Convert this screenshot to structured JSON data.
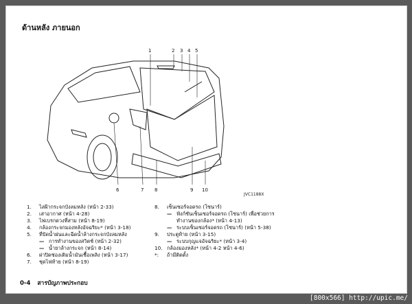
{
  "section_title": "ด้านหลัง ภายนอก",
  "diagram": {
    "callout_numbers_top": [
      "1",
      "2",
      "3",
      "4",
      "5"
    ],
    "callout_numbers_bottom": [
      "6",
      "7",
      "8",
      "9",
      "10"
    ],
    "code": "JVC1188X"
  },
  "legend": {
    "left": [
      {
        "num": "1.",
        "text": "ไล่ฝ้ากระจกบังลมหลัง (หน้า 2-33)"
      },
      {
        "num": "2.",
        "text": "เสาอากาศ (หน้า 4-28)"
      },
      {
        "num": "3.",
        "text": "ไฟเบรกดวงที่สาม (หน้า 8-19)"
      },
      {
        "num": "4.",
        "text": "กล้องกระจกมองหลังอัจฉริยะ* (หน้า 3-18)"
      },
      {
        "num": "5.",
        "text": "ที่ปัดน้ำฝนและฉีดน้ำล้างกระจกบังลมหลัง",
        "subs": [
          {
            "dash": "—",
            "text": "การทำงานของสวิตช์ (หน้า 2-32)"
          },
          {
            "dash": "—",
            "text": "น้ำยาล้างกระจก (หน้า 8-14)"
          }
        ]
      },
      {
        "num": "6.",
        "text": "ฝาปิดช่องเติมน้ำมันเชื้อเพลิง (หน้า 3-17)"
      },
      {
        "num": "7.",
        "text": "ชุดไฟท้าย (หน้า 8-19)"
      }
    ],
    "right": [
      {
        "num": "8.",
        "text": "เซ็นเซอร์จอดรถ (โซนาร์)",
        "subs": [
          {
            "dash": "—",
            "text": "ฟังก์ชันเซ็นเซอร์จอดรถ (โซนาร์) เพื่อช่วยการทำงานของกล้อง* (หน้า 4-13)"
          },
          {
            "dash": "—",
            "text": "ระบบเซ็นเซอร์จอดรถ (โซนาร์) (หน้า 5-38)"
          }
        ]
      },
      {
        "num": "9.",
        "text": "ประตูท้าย (หน้า 3-15)",
        "subs": [
          {
            "dash": "—",
            "text": "ระบบกุญแจอัจฉริยะ* (หน้า 3-4)"
          }
        ]
      },
      {
        "num": "10.",
        "text": "กล้องมองหลัง* (หน้า 4-2 หน้า 4-6)"
      },
      {
        "num": "*:",
        "text": "ถ้ามีติดตั้ง"
      }
    ]
  },
  "footer": {
    "page": "0-4",
    "title": "สารบัญภาพประกอบ"
  },
  "watermark": "[800x566] http://upic.me/"
}
